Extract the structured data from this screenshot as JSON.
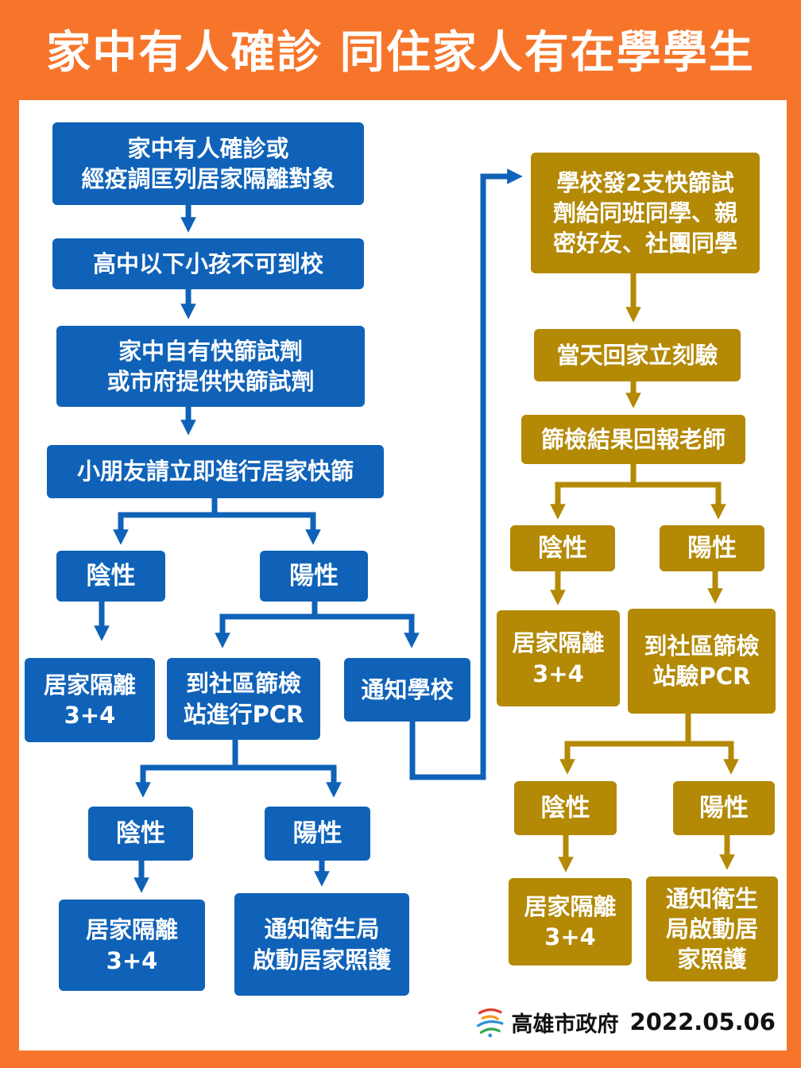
{
  "title": "家中有人確診 同住家人有在學學生",
  "colors": {
    "background": "#f7752a",
    "blue": "#0f62b8",
    "gold": "#b38905",
    "panel": "#ffffff"
  },
  "left_flow": {
    "step1": "家中有人確診或\n經疫調匡列居家隔離對象",
    "step2": "高中以下小孩不可到校",
    "step3": "家中自有快篩試劑\n或市府提供快篩試劑",
    "step4": "小朋友請立即進行居家快篩",
    "negative": "陰性",
    "positive": "陽性",
    "negative_result": "居家隔離\n3+4",
    "pcr": "到社區篩檢\n站進行PCR",
    "notify_school": "通知學校",
    "pcr_negative": "陰性",
    "pcr_positive": "陽性",
    "pcr_negative_result": "居家隔離\n3+4",
    "pcr_positive_result": "通知衛生局\n啟動居家照護"
  },
  "right_flow": {
    "step1": "學校發2支快篩試\n劑給同班同學、親\n密好友、社團同學",
    "step2": "當天回家立刻驗",
    "step3": "篩檢結果回報老師",
    "negative": "陰性",
    "positive": "陽性",
    "negative_result": "居家隔離\n3+4",
    "pcr": "到社區篩檢\n站驗PCR",
    "pcr_negative": "陰性",
    "pcr_positive": "陽性",
    "pcr_negative_result": "居家隔離\n3+4",
    "pcr_positive_result": "通知衛生\n局啟動居\n家照護"
  },
  "footer": {
    "logo_icon": "kaohsiung-city-logo-icon",
    "org": "高雄市政府",
    "date": "2022.05.06"
  }
}
